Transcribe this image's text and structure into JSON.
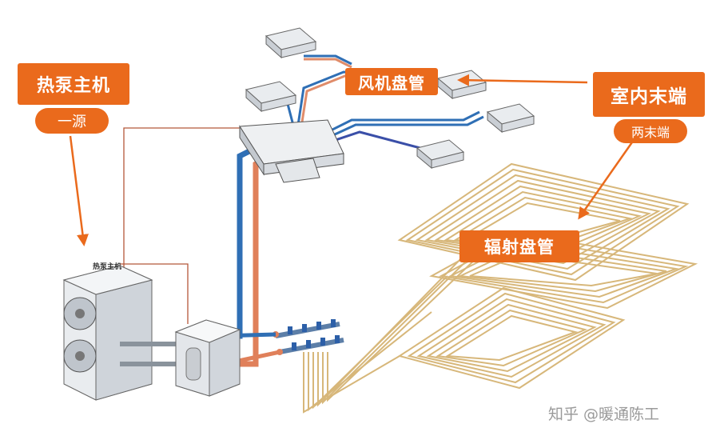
{
  "labels": {
    "heat_pump": "热泵主机",
    "source": "一源",
    "fan_coil": "风机盘管",
    "indoor_terminal": "室内末端",
    "two_terminals": "两末端",
    "radiant_coil": "辐射盘管"
  },
  "unit_labels": {
    "heat_pump_unit": "热泵主机"
  },
  "watermark": "知乎 @暖通陈工",
  "colors": {
    "accent": "#ea6a1c",
    "supply_pipe": "#2f6fb5",
    "return_pipe": "#e0805a",
    "radiant_pipe": "#d7b77a",
    "control_wire": "#b5583a"
  }
}
